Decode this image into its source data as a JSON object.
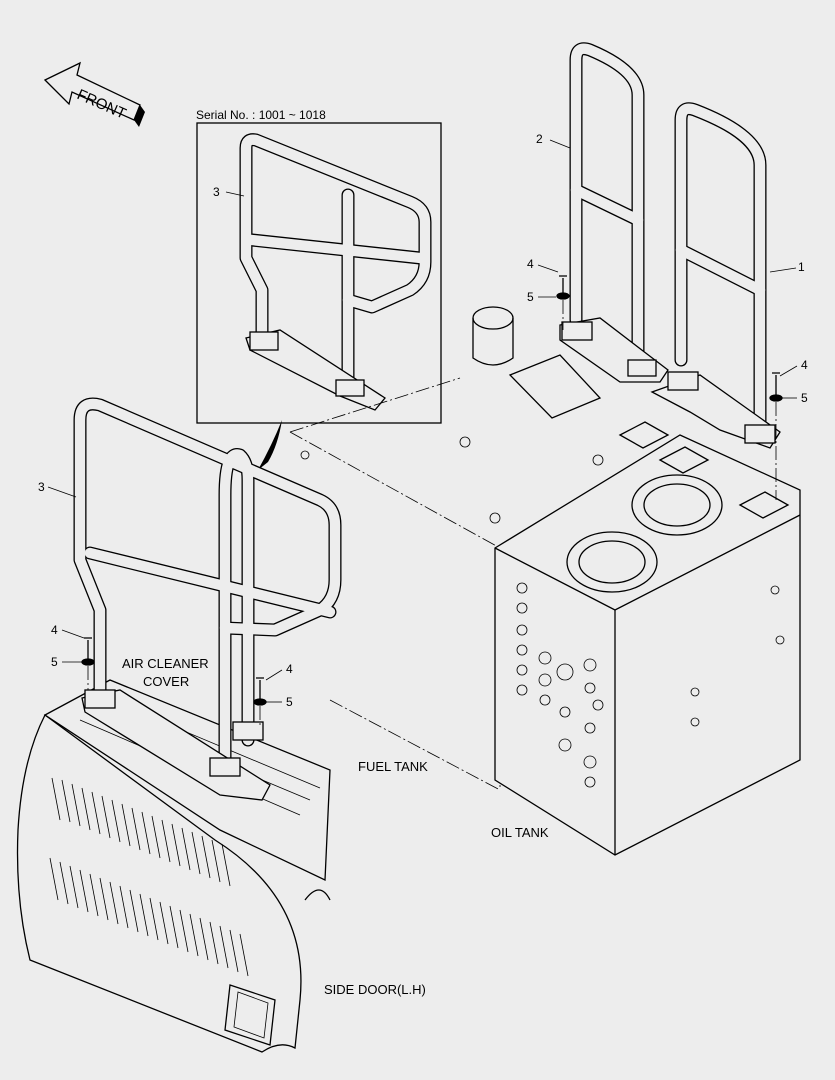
{
  "arrow": {
    "text": "FRONT"
  },
  "inset": {
    "serial_label": "Serial No. : 1001 ~ 1018"
  },
  "labels": {
    "air_cleaner_line1": "AIR CLEANER",
    "air_cleaner_line2": "COVER",
    "fuel_tank": "FUEL TANK",
    "oil_tank": "OIL TANK",
    "side_door": "SIDE DOOR(L.H)"
  },
  "callouts": {
    "handrail_right": "1",
    "handrail_middle": "2",
    "handrail_inset": "3",
    "handrail_left": "3",
    "bolt_middle": "4",
    "washer_middle": "5",
    "bolt_right": "4",
    "washer_right": "5",
    "bolt_left_a": "4",
    "washer_left_a": "5",
    "bolt_left_b": "4",
    "washer_left_b": "5"
  }
}
